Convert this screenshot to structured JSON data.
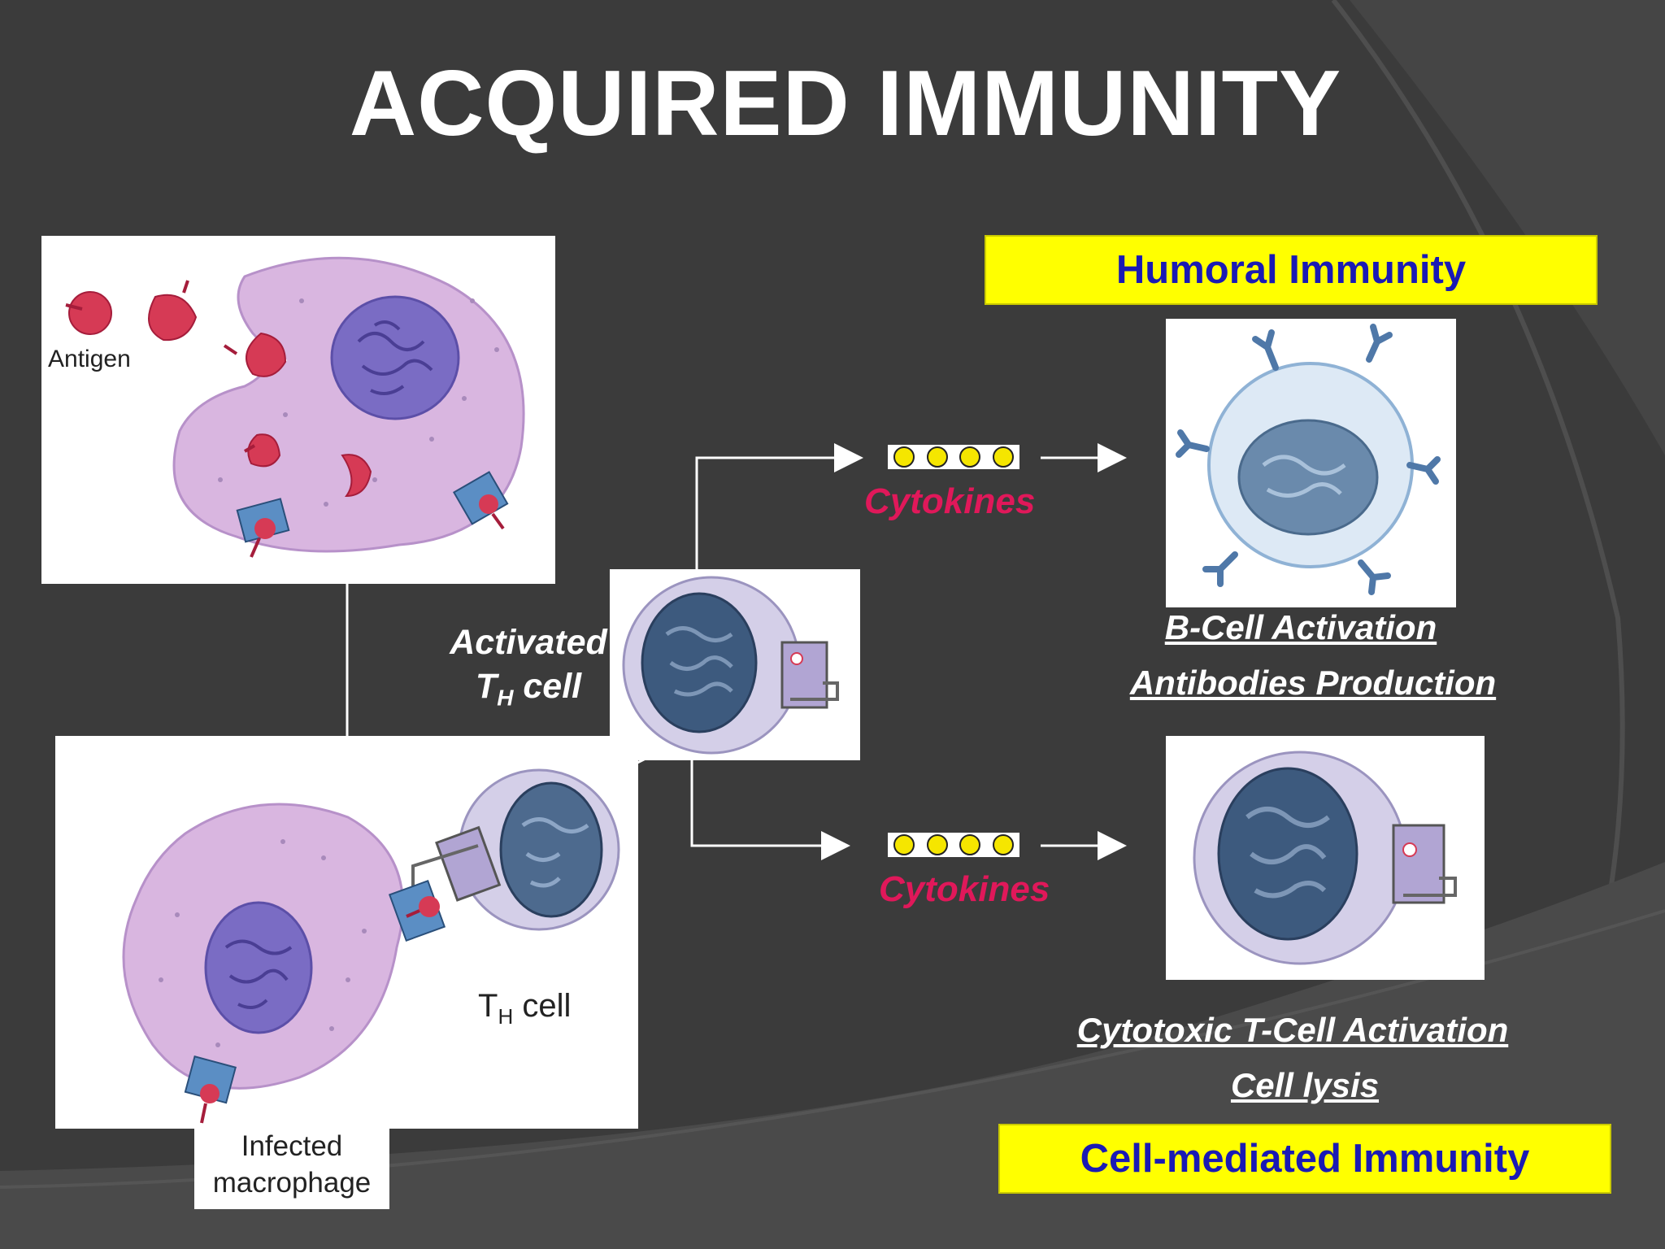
{
  "title": "ACQUIRED IMMUNITY",
  "humoral_box": "Humoral Immunity",
  "cell_mediated_box": "Cell-mediated Immunity",
  "labels": {
    "antigen": "Antigen",
    "activated_line1": "Activated",
    "activated_t": "T",
    "activated_sub": "H",
    "activated_cell": " cell",
    "th_t": "T",
    "th_sub": "H",
    "th_cell": " cell",
    "infected_line1": "Infected",
    "infected_line2": "macrophage",
    "cytokines_top": "Cytokines",
    "cytokines_bottom": "Cytokines",
    "b_cell_activation": "B-Cell Activation",
    "antibodies_production": "Antibodies Production",
    "cytotoxic_activation": "Cytotoxic T-Cell Activation",
    "cell_lysis": "Cell lysis"
  },
  "colors": {
    "background": "#3a3a3a",
    "highlight_box": "#ffff00",
    "box_text": "#1a1ab4",
    "cytokine_text": "#e0185a",
    "macrophage": "#d9b6e0",
    "nucleus": "#7a6cc4"
  }
}
